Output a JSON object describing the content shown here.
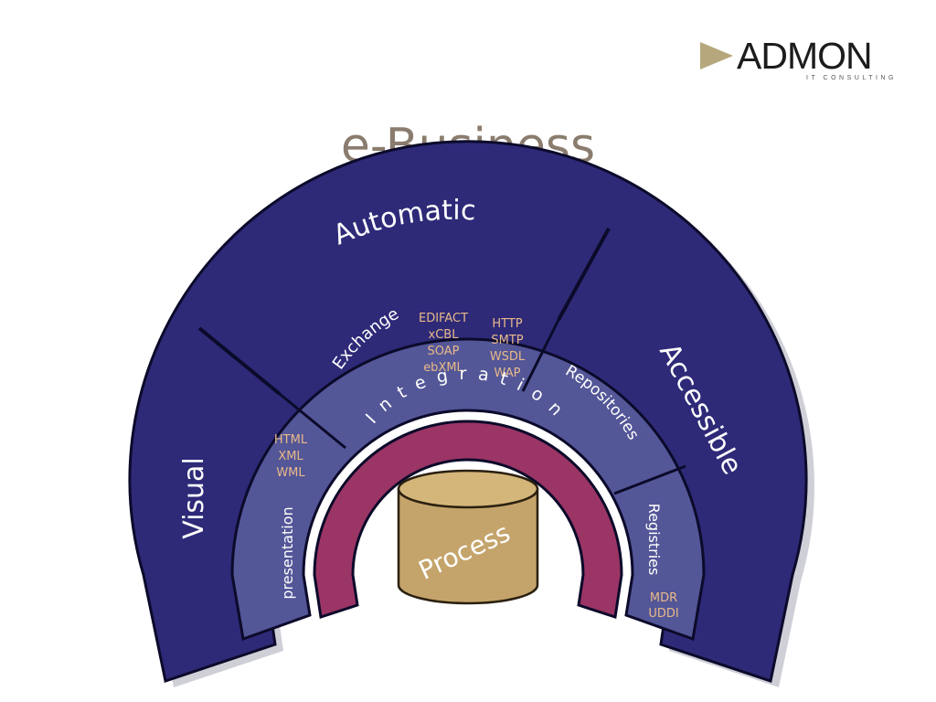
{
  "logo": {
    "name": "ADMON",
    "tagline": "IT CONSULTING"
  },
  "title": "e-Business",
  "diagram": {
    "outer": {
      "visual": "Visual",
      "automatic": "Automatic",
      "accessible": "Accessible"
    },
    "middle": {
      "presentation": {
        "label": "presentation",
        "items": [
          "HTML",
          "XML",
          "WML"
        ]
      },
      "exchange": {
        "label": "Exchange",
        "items_a": [
          "EDIFACT",
          "xCBL",
          "SOAP",
          "ebXML"
        ],
        "items_b": [
          "HTTP",
          "SMTP",
          "WSDL",
          "WAP"
        ]
      },
      "repositories": {
        "label": "Repositories"
      },
      "registries": {
        "label": "Registries",
        "items": [
          "MDR",
          "UDDI"
        ]
      }
    },
    "integration": "Integration",
    "process": "Process"
  },
  "colors": {
    "outer": "#2e2a78",
    "middle": "#535697",
    "integration": "#9b3565",
    "process": "#c4a46b",
    "item_text": "#e8b98a",
    "title": "#8a7c6e"
  }
}
